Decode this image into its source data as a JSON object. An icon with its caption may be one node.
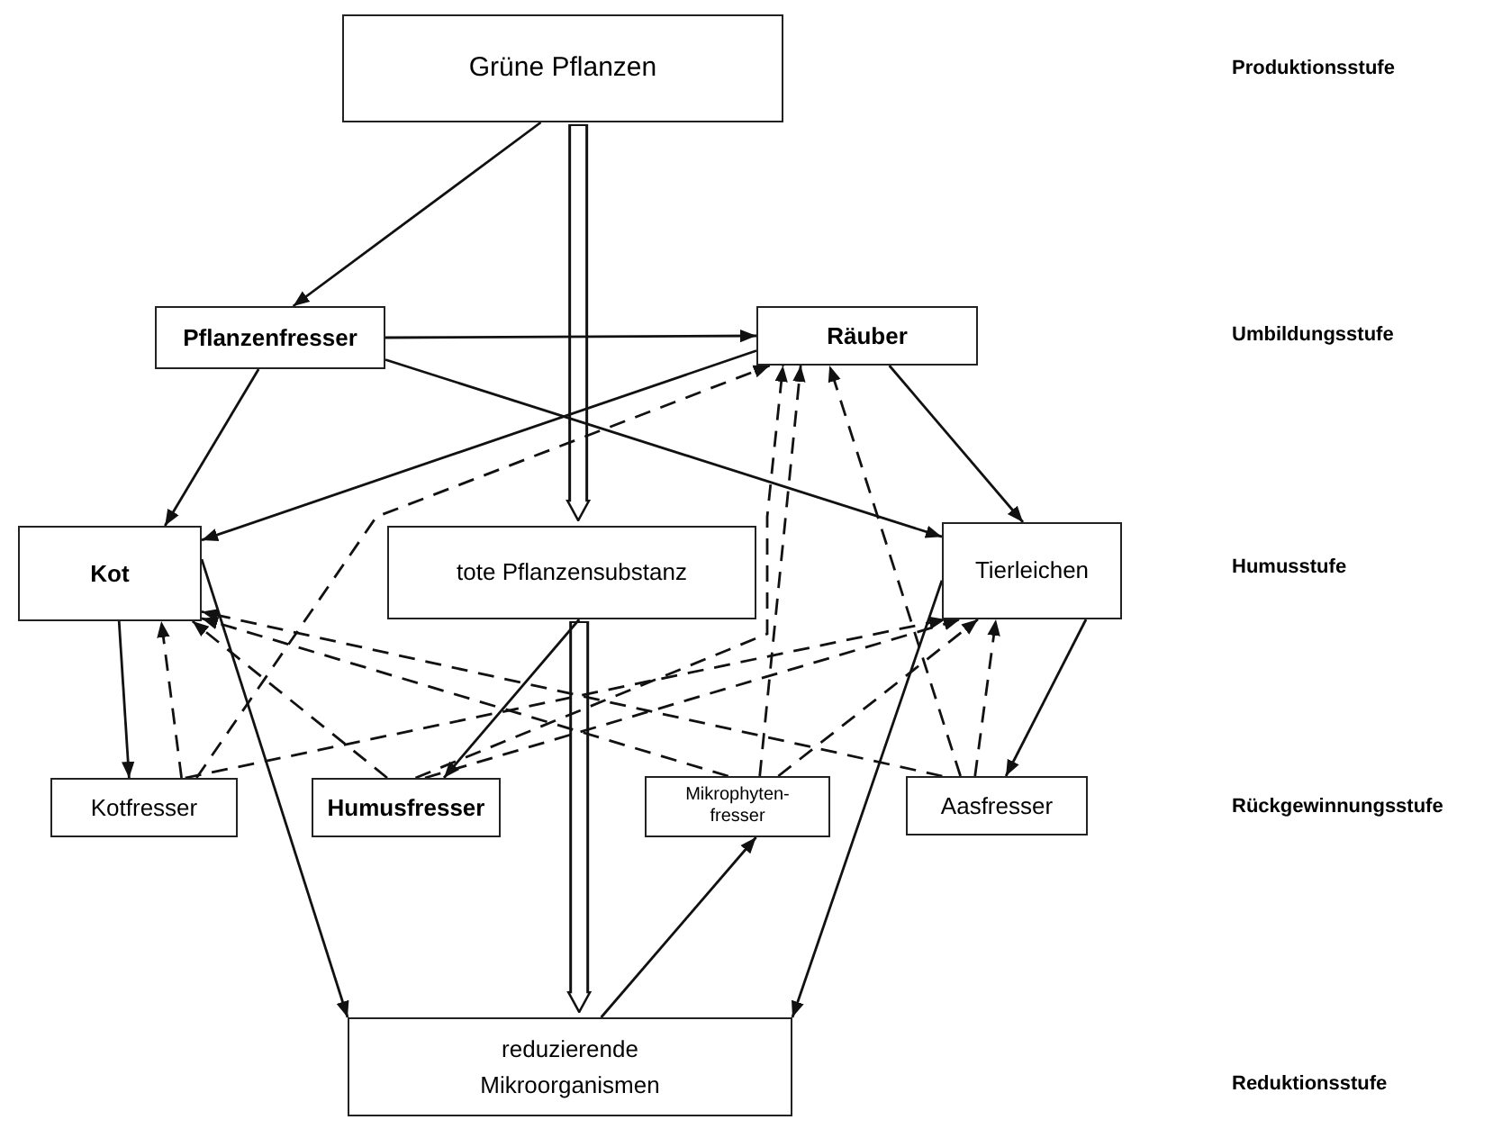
{
  "diagram": {
    "nodes": [
      {
        "text": [
          "Grüne Pflanzen"
        ]
      },
      {
        "text": [
          "Pflanzenfresser"
        ]
      },
      {
        "text": [
          "Räuber"
        ]
      },
      {
        "text": [
          "Kot"
        ]
      },
      {
        "text": [
          "tote Pflanzensubstanz"
        ]
      },
      {
        "text": [
          "Tierleichen"
        ]
      },
      {
        "text": [
          "Kotfresser"
        ]
      },
      {
        "text": [
          "Humusfresser"
        ]
      },
      {
        "text": [
          "Mikrophyten-fresser"
        ]
      },
      {
        "text": [
          "Aasfresser"
        ]
      },
      {
        "text": [
          "reduzierende Mikroorganismen"
        ]
      }
    ],
    "edges": [
      {
        "from": 0,
        "to": 1,
        "arrow": "to"
      },
      {
        "from": 0,
        "to": 4,
        "arrow": "to",
        "style": "thick"
      },
      {
        "from": 4,
        "to": 10,
        "arrow": "to",
        "style": "thick"
      },
      {
        "from": 1,
        "to": 2,
        "arrow": "to"
      },
      {
        "from": 1,
        "to": 3,
        "arrow": "to"
      },
      {
        "from": 1,
        "to": 5,
        "arrow": "to"
      },
      {
        "from": 2,
        "to": 3,
        "arrow": "to"
      },
      {
        "from": 2,
        "to": 5,
        "arrow": "to"
      },
      {
        "from": 3,
        "to": 6,
        "arrow": "to"
      },
      {
        "from": 3,
        "to": 10,
        "arrow": "to"
      },
      {
        "from": 4,
        "to": 7,
        "arrow": "to"
      },
      {
        "from": 5,
        "to": 9,
        "arrow": "to"
      },
      {
        "from": 5,
        "to": 10,
        "arrow": "to"
      },
      {
        "from": 10,
        "to": 8,
        "arrow": "to"
      },
      {
        "from": 6,
        "to": 3,
        "arrow": "to",
        "style": "dashed"
      },
      {
        "from": 6,
        "to": 2,
        "arrow": "to",
        "style": "dashed"
      },
      {
        "from": 6,
        "to": 5,
        "arrow": "to",
        "style": "dashed"
      },
      {
        "from": 7,
        "to": 3,
        "arrow": "to",
        "style": "dashed"
      },
      {
        "from": 7,
        "to": 2,
        "arrow": "to",
        "style": "dashed"
      },
      {
        "from": 7,
        "to": 5,
        "arrow": "to",
        "style": "dashed"
      },
      {
        "from": 8,
        "to": 3,
        "arrow": "to",
        "style": "dashed"
      },
      {
        "from": 8,
        "to": 2,
        "arrow": "to",
        "style": "dashed"
      },
      {
        "from": 8,
        "to": 5,
        "arrow": "to",
        "style": "dashed"
      },
      {
        "from": 9,
        "to": 3,
        "arrow": "to",
        "style": "dashed"
      },
      {
        "from": 9,
        "to": 2,
        "arrow": "to",
        "style": "dashed"
      },
      {
        "from": 9,
        "to": 5,
        "arrow": "to",
        "style": "dashed"
      }
    ],
    "labels": [
      "Produktionsstufe",
      "Umbildungsstufe",
      "Humusstufe",
      "Rückgewinnungsstufe",
      "Reduktionsstufe"
    ]
  }
}
